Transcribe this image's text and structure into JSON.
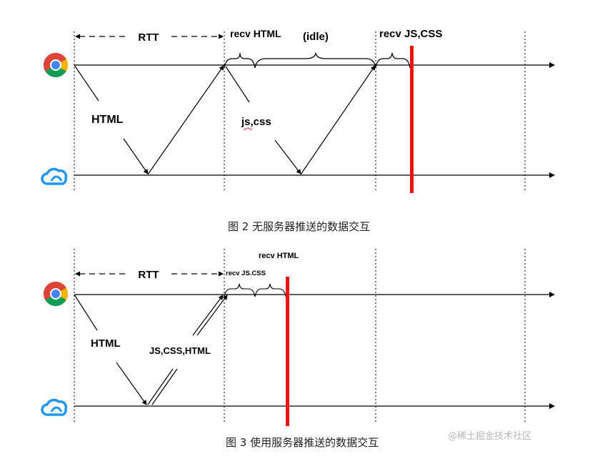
{
  "diagram1": {
    "rtt_label": "RTT",
    "html_label": "HTML",
    "recv_html_label": "recv HTML",
    "idle_label": "(idle)",
    "jscss_label": "js,css",
    "recv_jscss_label": "recv JS,CSS",
    "caption": "图 2  无服务器推送的数据交互"
  },
  "diagram2": {
    "rtt_label": "RTT",
    "html_label": "HTML",
    "recv_html_label": "recv HTML",
    "recv_jscss_label": "recv JS.CSS",
    "push_label": "JS,CSS,HTML",
    "caption": "图 3  使用服务器推送的数据交互"
  },
  "icons": {
    "browser": "chrome-icon",
    "server": "cloud-icon"
  },
  "colors": {
    "marker": "#ee1111",
    "line": "#000000"
  },
  "watermark": "@稀土掘金技术社区"
}
